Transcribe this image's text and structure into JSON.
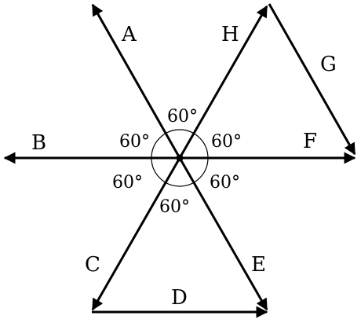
{
  "vectors": [
    {
      "id": "A",
      "label": "A"
    },
    {
      "id": "B",
      "label": "B"
    },
    {
      "id": "C",
      "label": "C"
    },
    {
      "id": "D",
      "label": "D"
    },
    {
      "id": "E",
      "label": "E"
    },
    {
      "id": "F",
      "label": "F"
    },
    {
      "id": "G",
      "label": "G"
    },
    {
      "id": "H",
      "label": "H"
    }
  ],
  "angles": [
    {
      "id": "top",
      "text": "60°"
    },
    {
      "id": "upper_left",
      "text": "60°"
    },
    {
      "id": "upper_right",
      "text": "60°"
    },
    {
      "id": "lower_left",
      "text": "60°"
    },
    {
      "id": "lower_right",
      "text": "60°"
    },
    {
      "id": "bottom",
      "text": "60°"
    }
  ],
  "colors": {
    "stroke": "#000000",
    "background": "#ffffff"
  }
}
